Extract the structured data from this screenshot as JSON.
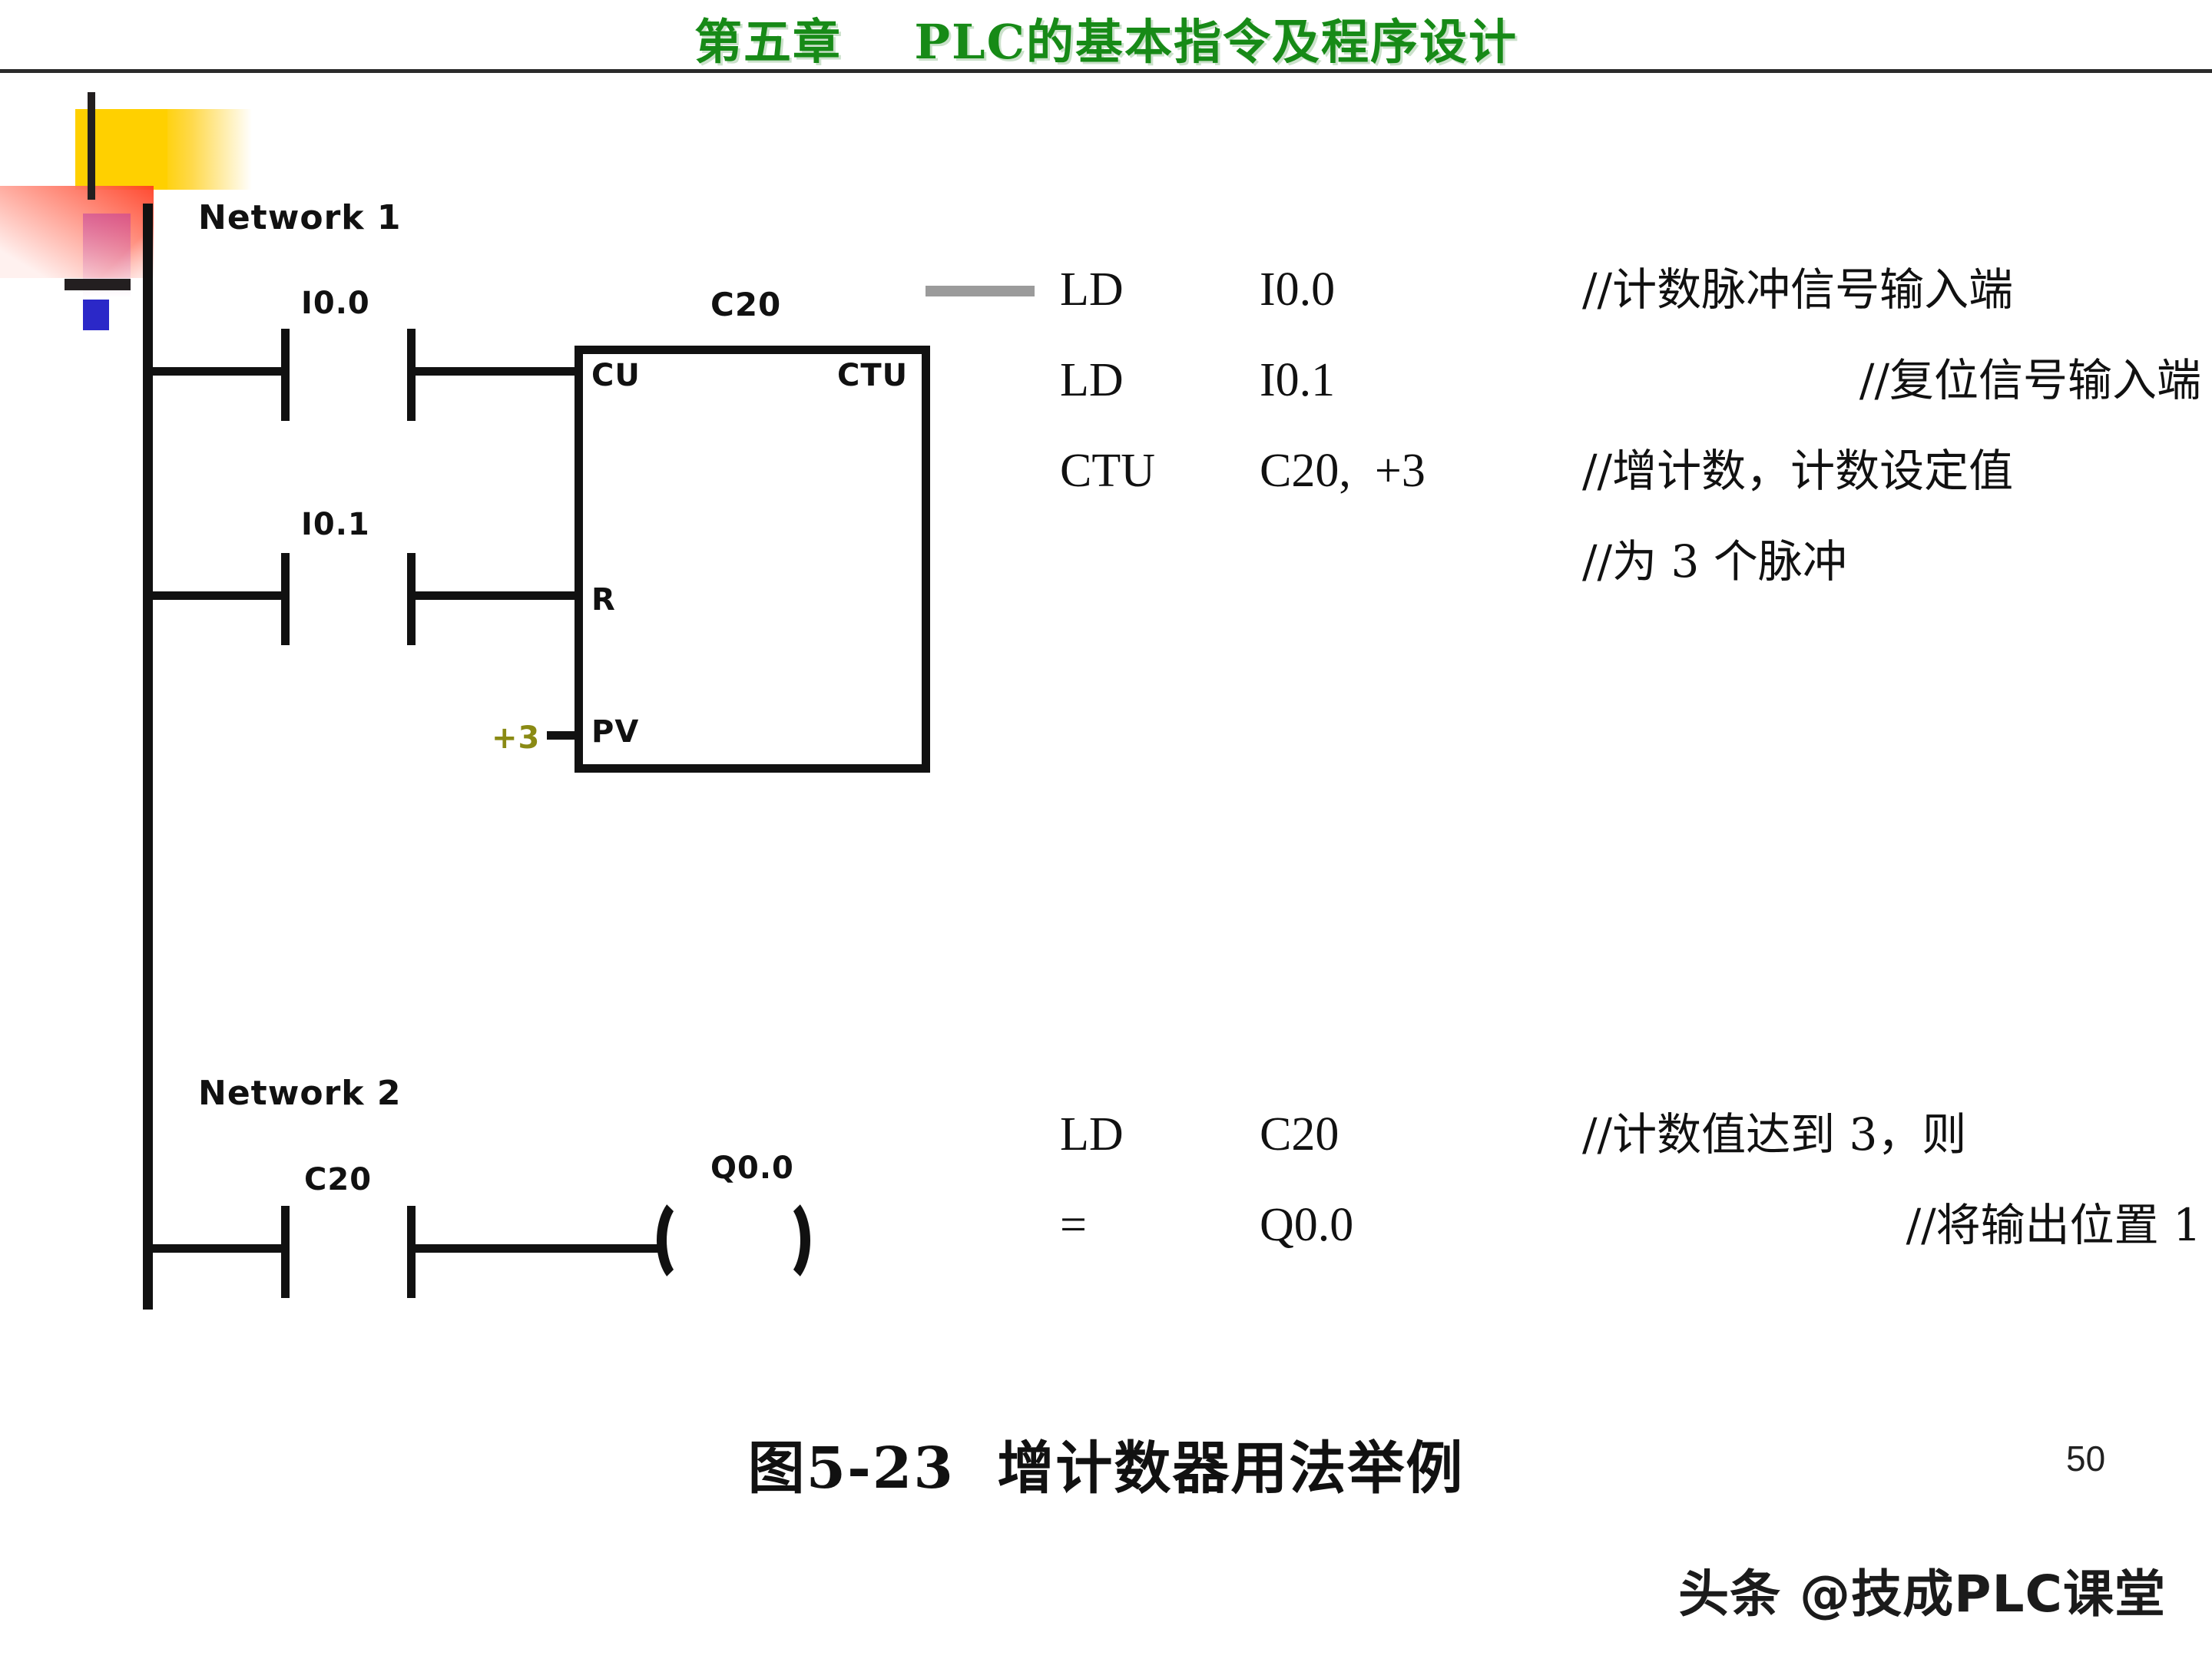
{
  "header": {
    "title": "第五章    PLC的基本指令及程序设计",
    "title_color": "#178a17"
  },
  "ladder": {
    "network1": {
      "label": "Network 1",
      "rungs": [
        {
          "contact_label": "I0.0",
          "type": "normally-open-contact"
        },
        {
          "contact_label": "I0.1",
          "type": "normally-open-contact"
        }
      ],
      "block": {
        "name": "C20",
        "type_label": "CTU",
        "pins": {
          "cu": "CU",
          "r": "R",
          "pv": "PV"
        },
        "pv_value": "+3",
        "pv_value_color": "#8a8a14"
      }
    },
    "network2": {
      "label": "Network 2",
      "contact_label": "C20",
      "coil_label": "Q0.0"
    }
  },
  "stl": {
    "network1": [
      {
        "op": "LD",
        "arg": "I0.0",
        "comment": "//计数脉冲信号输入端",
        "indent": false
      },
      {
        "op": "LD",
        "arg": "I0.1",
        "comment": "//复位信号输入端",
        "indent": true
      },
      {
        "op": "CTU",
        "arg": "C20,  +3",
        "comment": "//增计数，计数设定值",
        "indent": false
      },
      {
        "op": "",
        "arg": "",
        "comment": "//为 3 个脉冲",
        "indent": false
      }
    ],
    "network2": [
      {
        "op": "LD",
        "arg": "C20",
        "comment": "//计数值达到 3，则",
        "indent": false
      },
      {
        "op": "=",
        "arg": "Q0.0",
        "comment": "//将输出位置 1",
        "indent": true
      }
    ]
  },
  "caption": "图5-23  增计数器用法举例",
  "page_number": "50",
  "watermark": "头条 @技成PLC课堂"
}
